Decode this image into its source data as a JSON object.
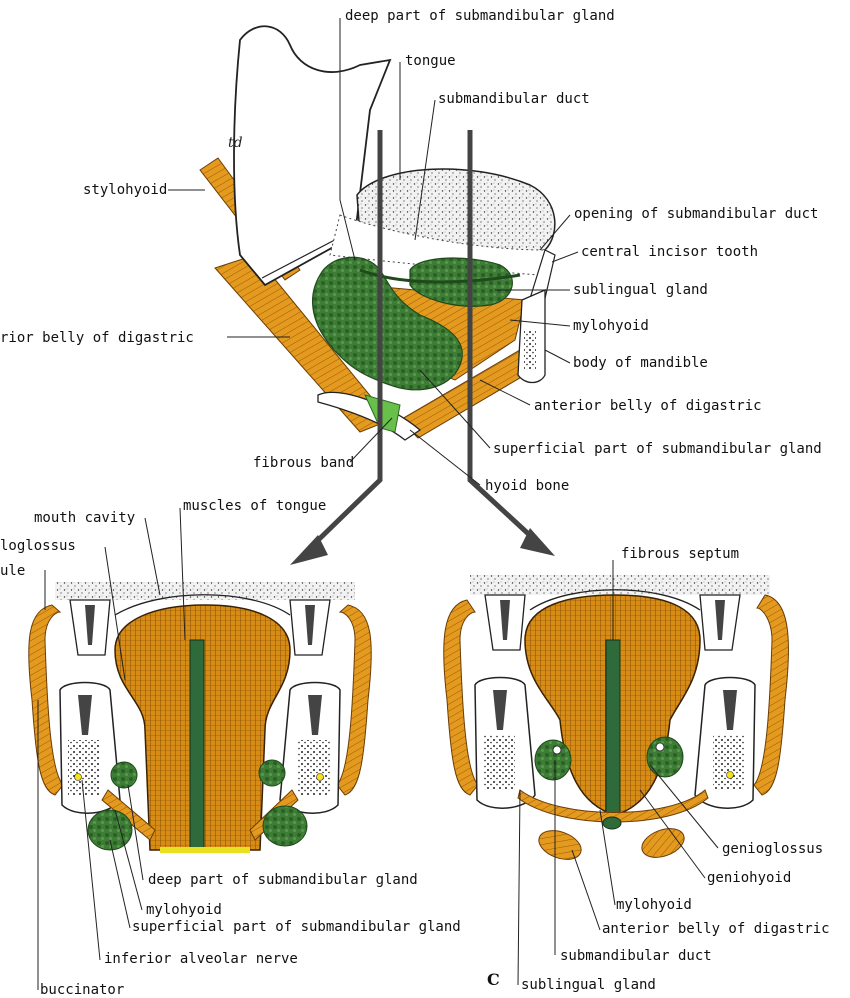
{
  "figure_letter": "C",
  "td_mark": "td",
  "palette": {
    "muscle": "#e39a1e",
    "muscle_dark": "#b36a08",
    "gland": "#3b7a35",
    "gland_dark": "#1f4a1c",
    "septum": "#2f6a3a",
    "bone": "#ffffff",
    "ink": "#222222",
    "nerve": "#f5e21b"
  },
  "top_labels": {
    "deep_part": "deep part of submandibular gland",
    "tongue": "tongue",
    "submandibular_duct": "submandibular duct",
    "stylohyoid": "stylohyoid",
    "opening_duct": "opening of submandibular duct",
    "central_incisor": "central incisor tooth",
    "sublingual_gland": "sublingual gland",
    "mylohyoid": "mylohyoid",
    "posterior_belly": "rior belly of digastric",
    "body_mandible": "body of mandible",
    "anterior_belly": "anterior belly of digastric",
    "superficial_part": "superficial part of submandibular gland",
    "fibrous_band": "fibrous band",
    "hyoid_bone": "hyoid bone"
  },
  "left_labels": {
    "mouth_cavity": "mouth cavity",
    "muscles_tongue": "muscles of tongue",
    "hyoglossus": "loglossus",
    "mandible_frag": "ule",
    "deep_part": "deep part of submandibular gland",
    "mylohyoid": "mylohyoid",
    "superficial_part": "superficial part of submandibular gland",
    "inferior_alveolar": "inferior alveolar nerve",
    "buccinator": "buccinator"
  },
  "right_labels": {
    "fibrous_septum": "fibrous septum",
    "genioglossus": "genioglossus",
    "geniohyoid": "geniohyoid",
    "mylohyoid": "mylohyoid",
    "anterior_belly": "anterior belly of digastric",
    "submandibular_duct": "submandibular duct",
    "sublingual_gland": "sublingual gland"
  }
}
